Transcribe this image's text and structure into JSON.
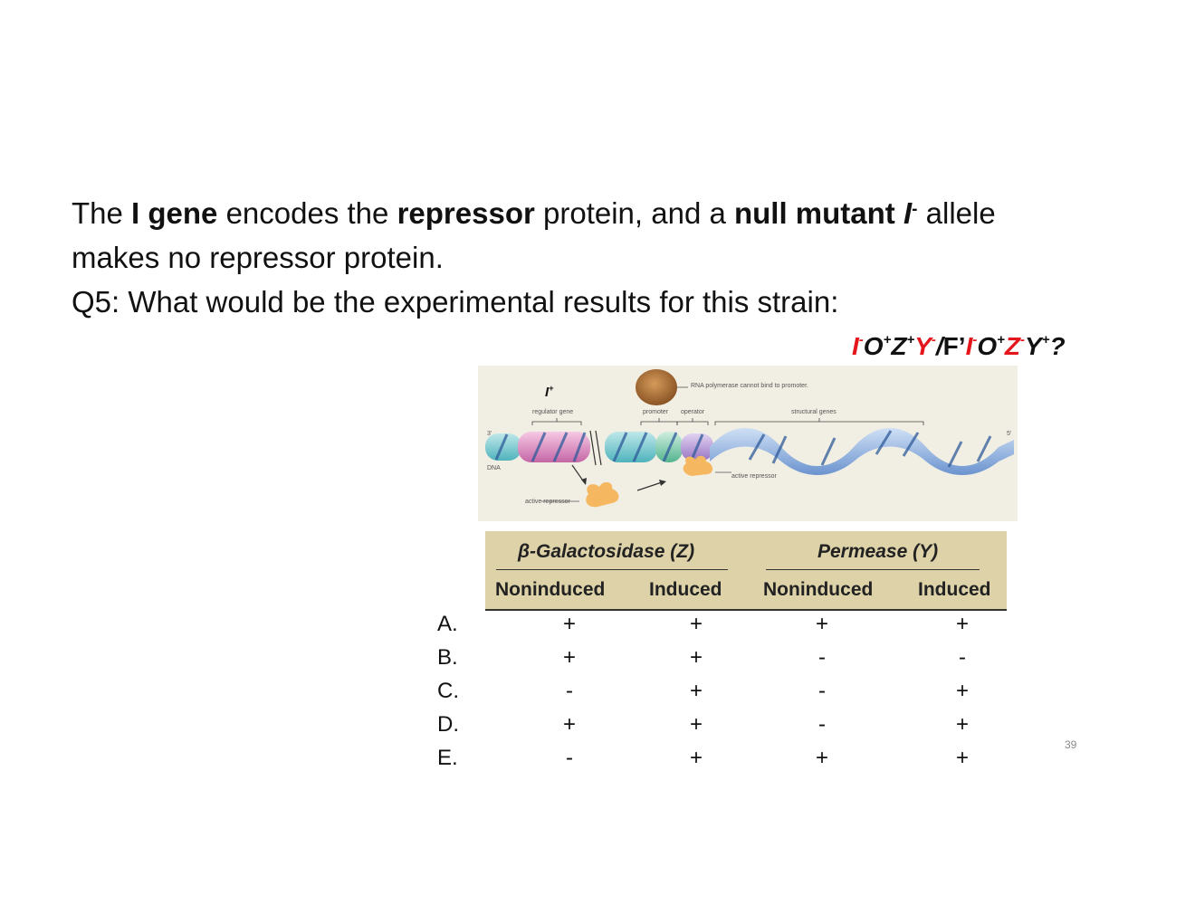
{
  "text": {
    "line1": {
      "t1": "The ",
      "b1": "I gene",
      "t2": " encodes the ",
      "b2": "repressor",
      "t3": " protein, and a ",
      "b3": "null mutant ",
      "b4": "I",
      "sup": "-",
      "t4": " allele"
    },
    "line2": "makes no repressor protein.",
    "line3": "Q5: What would be the experimental results for this strain:"
  },
  "genotype": [
    {
      "text": "I",
      "sup": "-",
      "color": "#e4161b"
    },
    {
      "text": "O",
      "sup": "+",
      "color": "#111111"
    },
    {
      "text": "Z",
      "sup": "+",
      "color": "#111111"
    },
    {
      "text": "Y",
      "sup": "-",
      "color": "#e4161b"
    },
    {
      "text": "/",
      "sup": "",
      "color": "#111111"
    },
    {
      "text": "F’",
      "sup": "",
      "color": "#111111"
    },
    {
      "text": "I",
      "sup": "-",
      "color": "#e4161b"
    },
    {
      "text": "O",
      "sup": "+",
      "color": "#111111"
    },
    {
      "text": "Z",
      "sup": "-",
      "color": "#e4161b"
    },
    {
      "text": "Y",
      "sup": "+",
      "color": "#111111"
    },
    {
      "text": "?",
      "sup": "",
      "color": "#111111"
    }
  ],
  "figure": {
    "iplus": "I",
    "iplus_sup": "+",
    "regulator": "regulator gene",
    "promoter": "promoter",
    "operator": "operator",
    "structural": "structural genes",
    "rnap_note": "RNA polymerase cannot bind to promoter.",
    "dna": "DNA",
    "three_prime": "3'",
    "five_prime": "5'",
    "active_repressor_1": "active repressor",
    "active_repressor_2": "active repressor"
  },
  "table": {
    "enzyme1": "β-Galactosidase (Z)",
    "enzyme2": "Permease (Y)",
    "sub": [
      "Noninduced",
      "Induced",
      "Noninduced",
      "Induced"
    ],
    "rows": [
      {
        "letter": "A.",
        "cells": [
          "+",
          "+",
          "+",
          "+"
        ]
      },
      {
        "letter": "B.",
        "cells": [
          "+",
          "+",
          "-",
          "-"
        ]
      },
      {
        "letter": "C.",
        "cells": [
          "-",
          "+",
          "-",
          "+"
        ]
      },
      {
        "letter": "D.",
        "cells": [
          "+",
          "+",
          "-",
          "+"
        ]
      },
      {
        "letter": "E.",
        "cells": [
          "-",
          "+",
          "+",
          "+"
        ]
      }
    ]
  },
  "page_number": "39"
}
